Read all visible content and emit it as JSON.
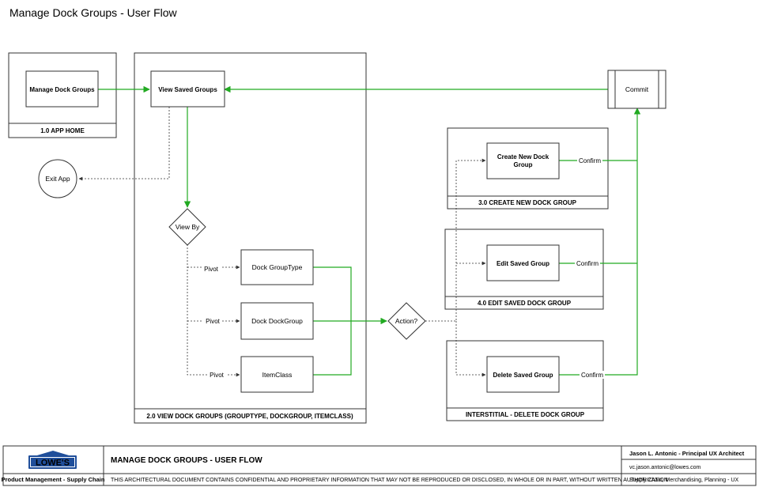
{
  "title": "Manage Dock Groups - User Flow",
  "containers": {
    "app_home": "1.0 APP HOME",
    "view_dock_groups": "2.0 VIEW DOCK GROUPS (GROUPTYPE, DOCKGROUP, ITEMCLASS)",
    "create_new": "3.0 CREATE NEW DOCK GROUP",
    "edit_saved": "4.0 EDIT SAVED DOCK GROUP",
    "delete": "INTERSTITIAL - DELETE DOCK GROUP"
  },
  "nodes": {
    "manage_dock_groups": "Manage Dock Groups",
    "view_saved_groups": "View Saved Groups",
    "commit": "Commit",
    "exit_app": "Exit App",
    "view_by": "View By",
    "dock_grouptype": "Dock GroupType",
    "dock_dockgroup": "Dock DockGroup",
    "itemclass": "ItemClass",
    "action": "Action?",
    "create_new_line1": "Create New Dock",
    "create_new_line2": "Group",
    "edit_saved_group": "Edit Saved Group",
    "delete_saved_group": "Delete Saved Group"
  },
  "edge_labels": {
    "pivot": "Pivot",
    "confirm": "Confirm"
  },
  "colors": {
    "flow_green": "#22aa22",
    "line": "#333333"
  },
  "footer": {
    "logo": "LOWE'S",
    "department": "Product Management - Supply Chain",
    "doc_title": "MANAGE DOCK GROUPS - USER FLOW",
    "disclaimer": "THIS ARCHITECTURAL DOCUMENT CONTAINS CONFIDENTIAL AND PROPRIETARY INFORMATION THAT MAY NOT BE REPRODUCED OR DISCLOSED, IN WHOLE OR IN PART, WITHOUT WRITTEN AUTHORIZATION",
    "author": "Jason L. Antonic - Principal UX Architect",
    "email": "vc.jason.antonic@lowes.com",
    "area": "Supply Chain, Merchandising, Planning - UX"
  }
}
